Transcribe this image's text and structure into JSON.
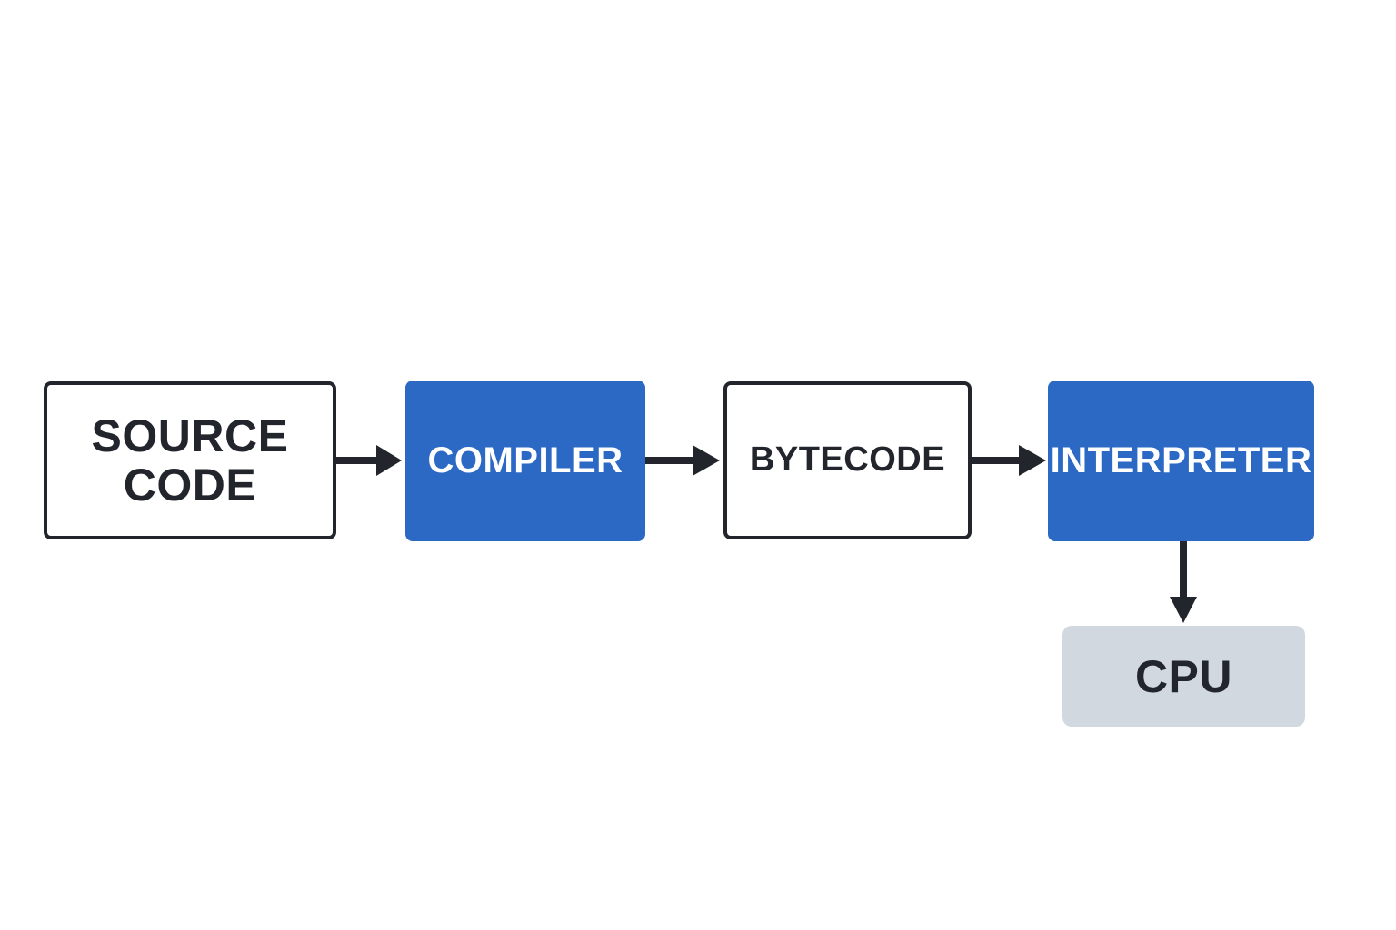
{
  "diagram": {
    "nodes": [
      {
        "id": "source",
        "label": "SOURCE\nCODE",
        "style": "outline"
      },
      {
        "id": "compiler",
        "label": "COMPILER",
        "style": "filled"
      },
      {
        "id": "bytecode",
        "label": "BYTECODE",
        "style": "outline"
      },
      {
        "id": "interpreter",
        "label": "INTERPRETER",
        "style": "filled"
      },
      {
        "id": "cpu",
        "label": "CPU",
        "style": "grey"
      }
    ],
    "edges": [
      {
        "from": "source",
        "to": "compiler"
      },
      {
        "from": "compiler",
        "to": "bytecode"
      },
      {
        "from": "bytecode",
        "to": "interpreter"
      },
      {
        "from": "interpreter",
        "to": "cpu"
      }
    ],
    "colors": {
      "accent_blue": "#2b69c4",
      "dark": "#22262c",
      "grey_box": "#d1d8e0",
      "background": "#ffffff"
    }
  }
}
